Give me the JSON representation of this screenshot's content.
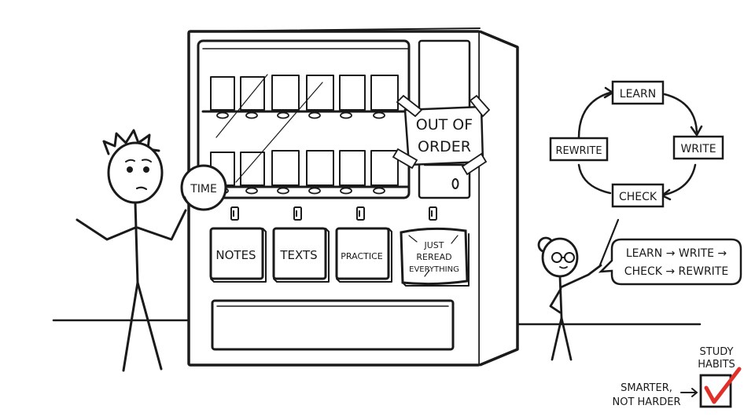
{
  "coin": {
    "label": "TIME"
  },
  "vending_machine": {
    "sign": {
      "line1": "OUT OF",
      "line2": "ORDER"
    },
    "buttons": [
      {
        "lines": [
          "NOTES"
        ]
      },
      {
        "lines": [
          "TEXTS"
        ]
      },
      {
        "lines": [
          "PRACTICE"
        ]
      },
      {
        "lines": [
          "JUST",
          "REREAD",
          "EVERYTHING"
        ]
      }
    ]
  },
  "study_cycle": {
    "steps": [
      "LEARN",
      "WRITE",
      "CHECK",
      "REWRITE"
    ]
  },
  "speech_bubble": {
    "line1": "LEARN → WRITE →",
    "line2": "CHECK → REWRITE"
  },
  "checkbox_caption": {
    "line1": "STUDY",
    "line2": "HABITS"
  },
  "side_note": {
    "line1": "SMARTER,",
    "line2": "NOT HARDER"
  },
  "colors": {
    "ink": "#1a1a1a",
    "check": "#e0302a",
    "paper": "#ffffff"
  }
}
